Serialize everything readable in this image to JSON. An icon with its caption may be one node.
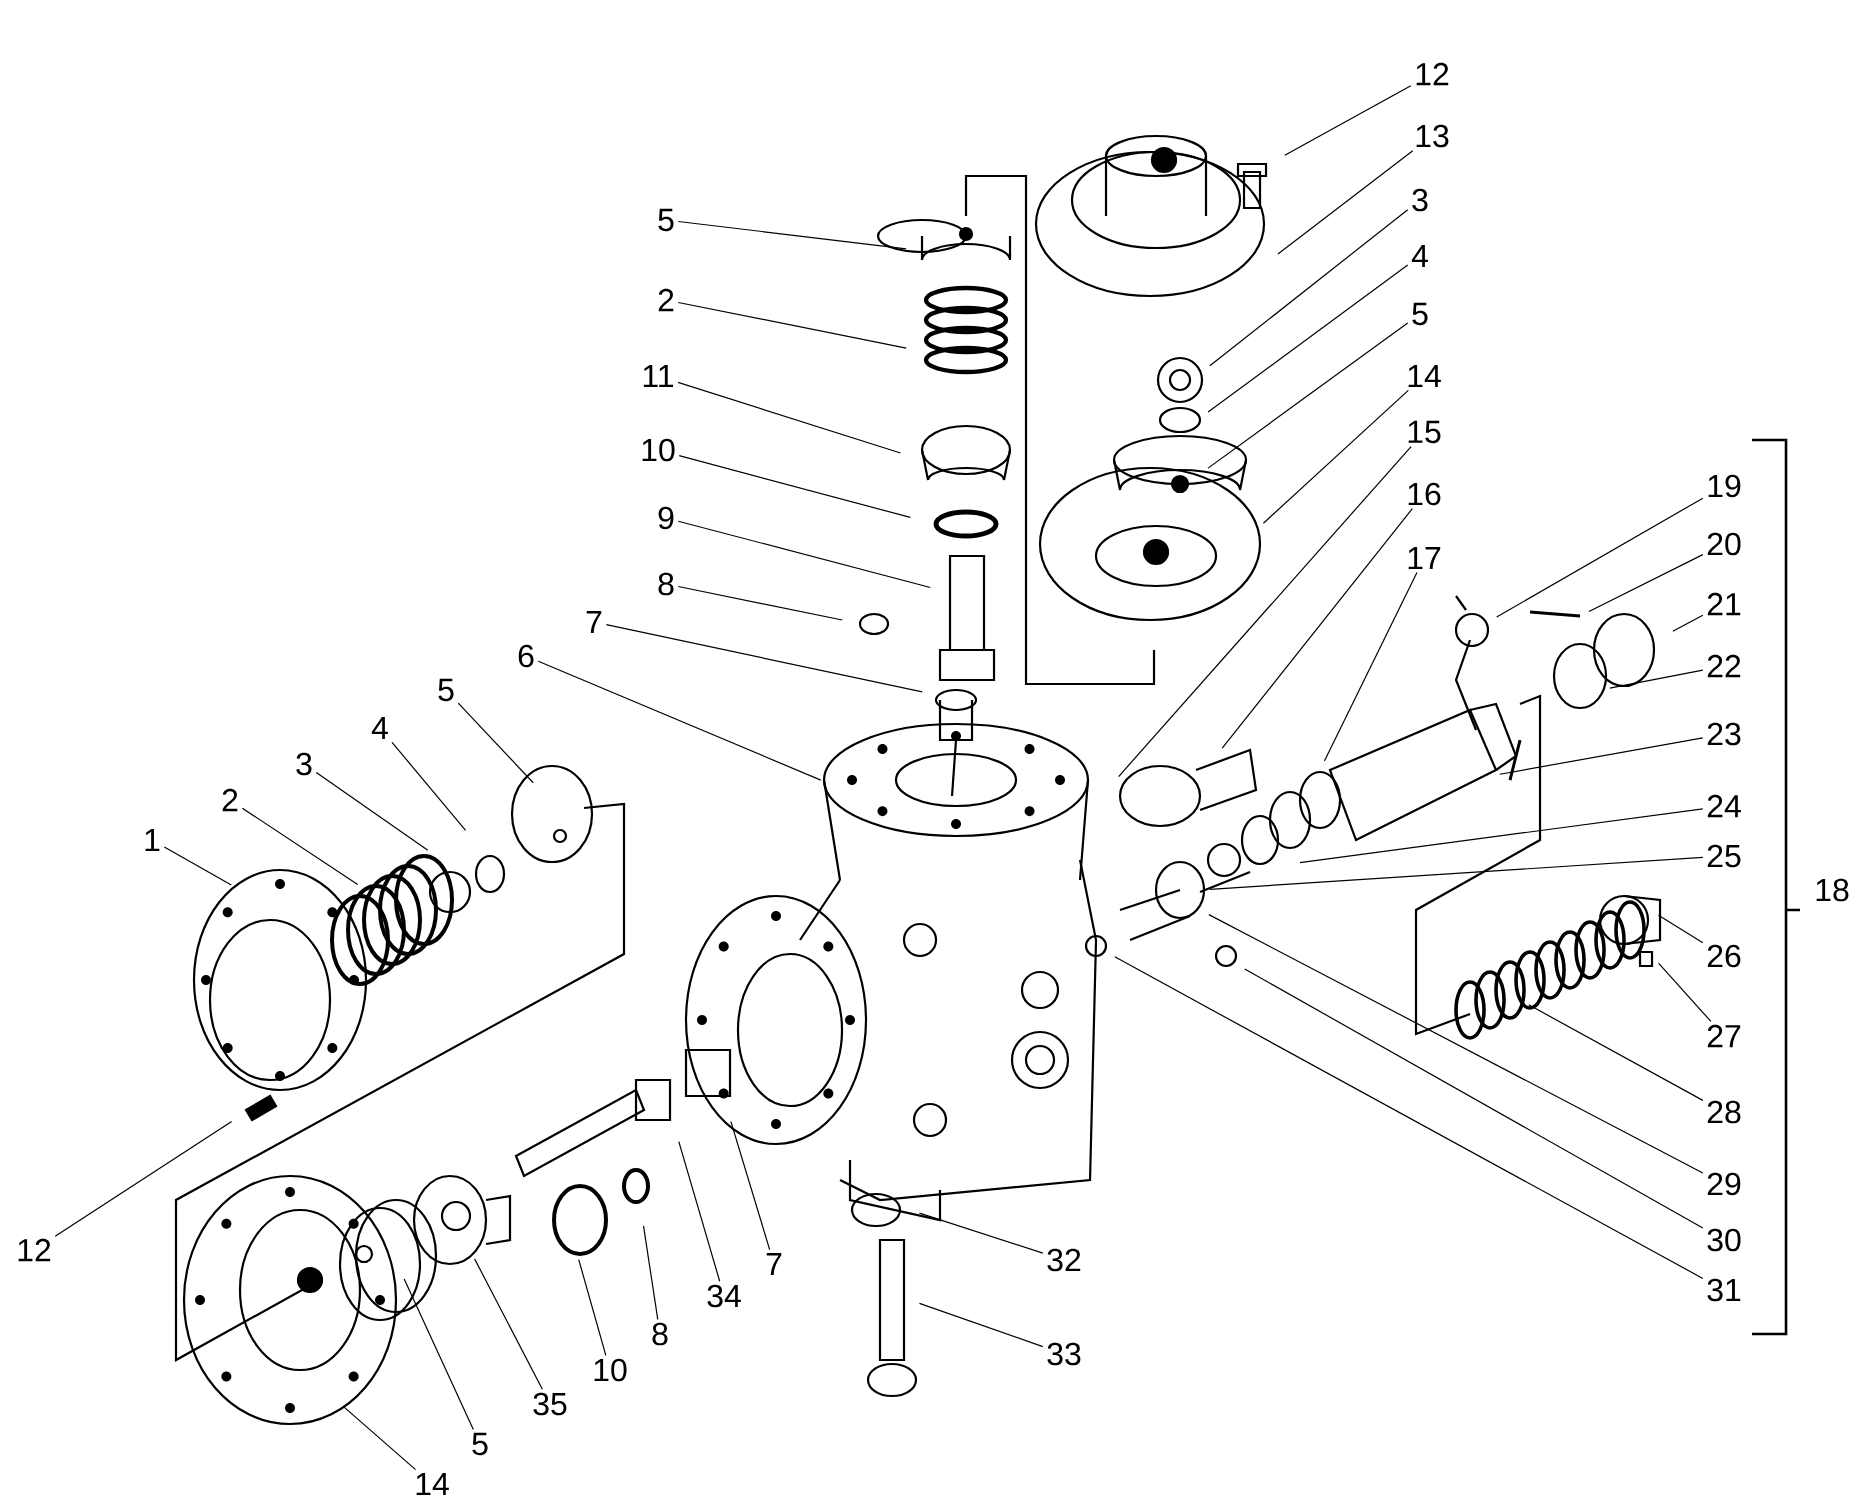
{
  "diagram": {
    "nodes": [
      {
        "text": [
          "12"
        ]
      },
      {
        "text": [
          "13"
        ]
      },
      {
        "text": [
          "3"
        ]
      },
      {
        "text": [
          "4"
        ]
      },
      {
        "text": [
          "5"
        ]
      },
      {
        "text": [
          "14"
        ]
      },
      {
        "text": [
          "15"
        ]
      },
      {
        "text": [
          "16"
        ]
      },
      {
        "text": [
          "17"
        ]
      },
      {
        "text": [
          "5"
        ]
      },
      {
        "text": [
          "2"
        ]
      },
      {
        "text": [
          "11"
        ]
      },
      {
        "text": [
          "10"
        ]
      },
      {
        "text": [
          "9"
        ]
      },
      {
        "text": [
          "8"
        ]
      },
      {
        "text": [
          "7"
        ]
      },
      {
        "text": [
          "6"
        ]
      },
      {
        "text": [
          "19"
        ]
      },
      {
        "text": [
          "20"
        ]
      },
      {
        "text": [
          "21"
        ]
      },
      {
        "text": [
          "22"
        ]
      },
      {
        "text": [
          "23"
        ]
      },
      {
        "text": [
          "5"
        ]
      },
      {
        "text": [
          "4"
        ]
      },
      {
        "text": [
          "3"
        ]
      },
      {
        "text": [
          "2"
        ]
      },
      {
        "text": [
          "1"
        ]
      },
      {
        "text": [
          "24"
        ]
      },
      {
        "text": [
          "25"
        ]
      },
      {
        "text": [
          "26"
        ]
      },
      {
        "text": [
          "27"
        ]
      },
      {
        "text": [
          "28"
        ]
      },
      {
        "text": [
          "29"
        ]
      },
      {
        "text": [
          "30"
        ]
      },
      {
        "text": [
          "31"
        ]
      },
      {
        "text": [
          "12"
        ]
      },
      {
        "text": [
          "32"
        ]
      },
      {
        "text": [
          "33"
        ]
      },
      {
        "text": [
          "7"
        ]
      },
      {
        "text": [
          "34"
        ]
      },
      {
        "text": [
          "8"
        ]
      },
      {
        "text": [
          "10"
        ]
      },
      {
        "text": [
          "35"
        ]
      },
      {
        "text": [
          "5"
        ]
      },
      {
        "text": [
          "14"
        ]
      }
    ],
    "edges": [
      {
        "from": 0,
        "to": null,
        "arrow": "none"
      },
      {
        "from": 1,
        "to": null,
        "arrow": "none"
      },
      {
        "from": 2,
        "to": null,
        "arrow": "none"
      },
      {
        "from": 3,
        "to": null,
        "arrow": "none"
      },
      {
        "from": 4,
        "to": null,
        "arrow": "none"
      },
      {
        "from": 5,
        "to": null,
        "arrow": "none"
      },
      {
        "from": 6,
        "to": null,
        "arrow": "none"
      },
      {
        "from": 7,
        "to": null,
        "arrow": "none"
      },
      {
        "from": 8,
        "to": null,
        "arrow": "none"
      },
      {
        "from": 9,
        "to": null,
        "arrow": "none"
      },
      {
        "from": 10,
        "to": null,
        "arrow": "none"
      },
      {
        "from": 11,
        "to": null,
        "arrow": "none"
      },
      {
        "from": 12,
        "to": null,
        "arrow": "none"
      },
      {
        "from": 13,
        "to": null,
        "arrow": "none"
      },
      {
        "from": 14,
        "to": null,
        "arrow": "none"
      },
      {
        "from": 15,
        "to": null,
        "arrow": "none"
      },
      {
        "from": 16,
        "to": null,
        "arrow": "none"
      },
      {
        "from": 17,
        "to": null,
        "arrow": "none"
      },
      {
        "from": 18,
        "to": null,
        "arrow": "none"
      },
      {
        "from": 19,
        "to": null,
        "arrow": "none"
      },
      {
        "from": 20,
        "to": null,
        "arrow": "none"
      },
      {
        "from": 21,
        "to": null,
        "arrow": "none"
      },
      {
        "from": 22,
        "to": null,
        "arrow": "none"
      },
      {
        "from": 23,
        "to": null,
        "arrow": "none"
      },
      {
        "from": 24,
        "to": null,
        "arrow": "none"
      },
      {
        "from": 25,
        "to": null,
        "arrow": "none"
      },
      {
        "from": 26,
        "to": null,
        "arrow": "none"
      },
      {
        "from": 27,
        "to": null,
        "arrow": "none"
      },
      {
        "from": 28,
        "to": null,
        "arrow": "none"
      },
      {
        "from": 29,
        "to": null,
        "arrow": "none"
      },
      {
        "from": 30,
        "to": null,
        "arrow": "none"
      },
      {
        "from": 31,
        "to": null,
        "arrow": "none"
      },
      {
        "from": 32,
        "to": null,
        "arrow": "none"
      },
      {
        "from": 33,
        "to": null,
        "arrow": "none"
      },
      {
        "from": 34,
        "to": null,
        "arrow": "none"
      },
      {
        "from": 35,
        "to": null,
        "arrow": "none"
      },
      {
        "from": 36,
        "to": null,
        "arrow": "none"
      },
      {
        "from": 37,
        "to": null,
        "arrow": "none"
      },
      {
        "from": 38,
        "to": null,
        "arrow": "none"
      },
      {
        "from": 39,
        "to": null,
        "arrow": "none"
      },
      {
        "from": 40,
        "to": null,
        "arrow": "none"
      },
      {
        "from": 41,
        "to": null,
        "arrow": "none"
      },
      {
        "from": 42,
        "to": null,
        "arrow": "none"
      },
      {
        "from": 43,
        "to": null,
        "arrow": "none"
      },
      {
        "from": 44,
        "to": null,
        "arrow": "none"
      }
    ],
    "labels": [
      "18"
    ]
  }
}
